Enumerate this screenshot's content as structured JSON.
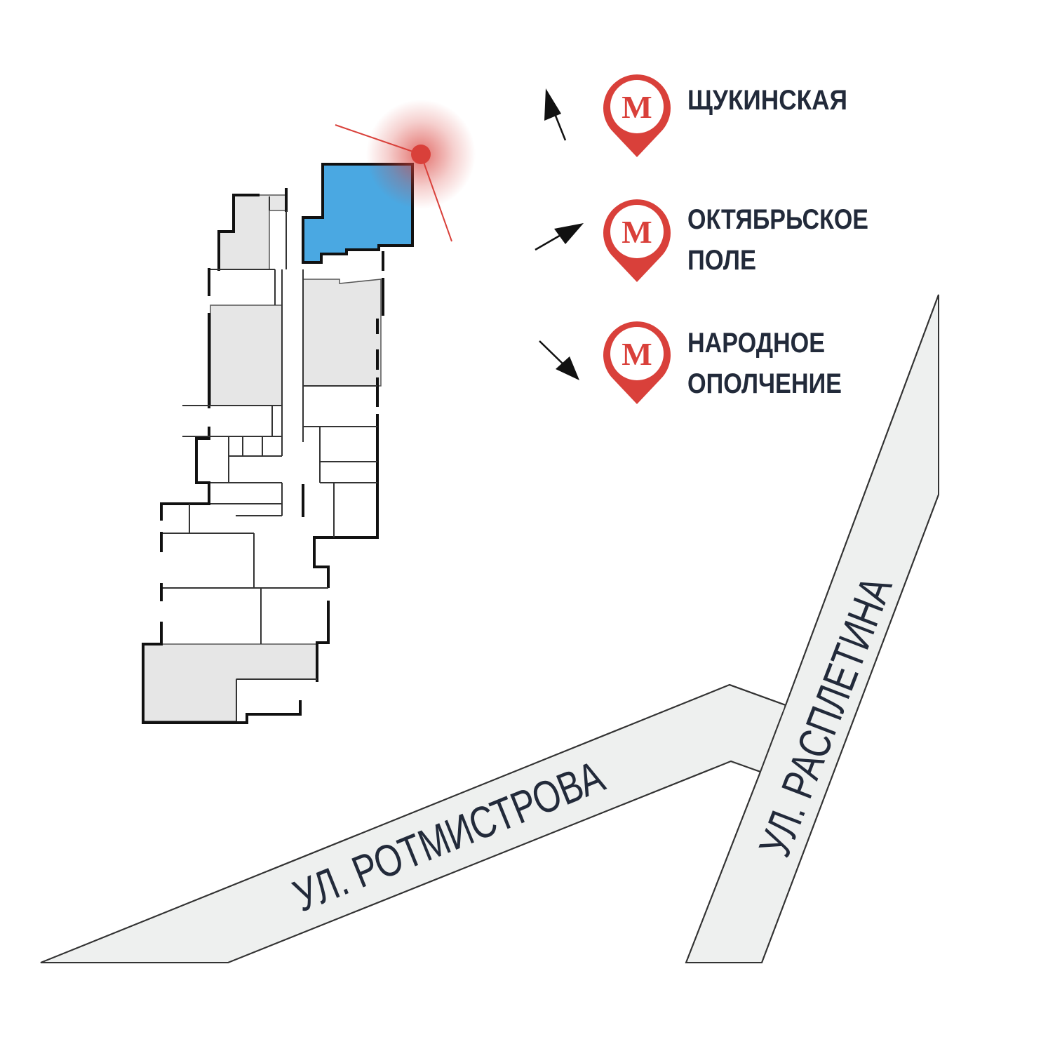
{
  "metro": [
    {
      "name_line1": "ЩУКИНСКАЯ",
      "name_line2": "",
      "direction": "north-west",
      "icon": "metro-pin-icon",
      "letter": "М"
    },
    {
      "name_line1": "ОКТЯБРЬСКОЕ",
      "name_line2": "ПОЛЕ",
      "direction": "north-east",
      "icon": "metro-pin-icon",
      "letter": "М"
    },
    {
      "name_line1": "НАРОДНОЕ",
      "name_line2": "ОПОЛЧЕНИЕ",
      "direction": "south-east",
      "icon": "metro-pin-icon",
      "letter": "М"
    }
  ],
  "streets": {
    "rotmistrova": "УЛ. РОТМИСТРОВА",
    "rasplетина_label": "УЛ. РАСПЛЕТИНА"
  },
  "colors": {
    "metro_red": "#d9403a",
    "highlight_blue": "#4aa8e2",
    "building_gray": "#e6e6e6",
    "road_gray": "#eef0ef",
    "text_dark": "#222a3a"
  }
}
